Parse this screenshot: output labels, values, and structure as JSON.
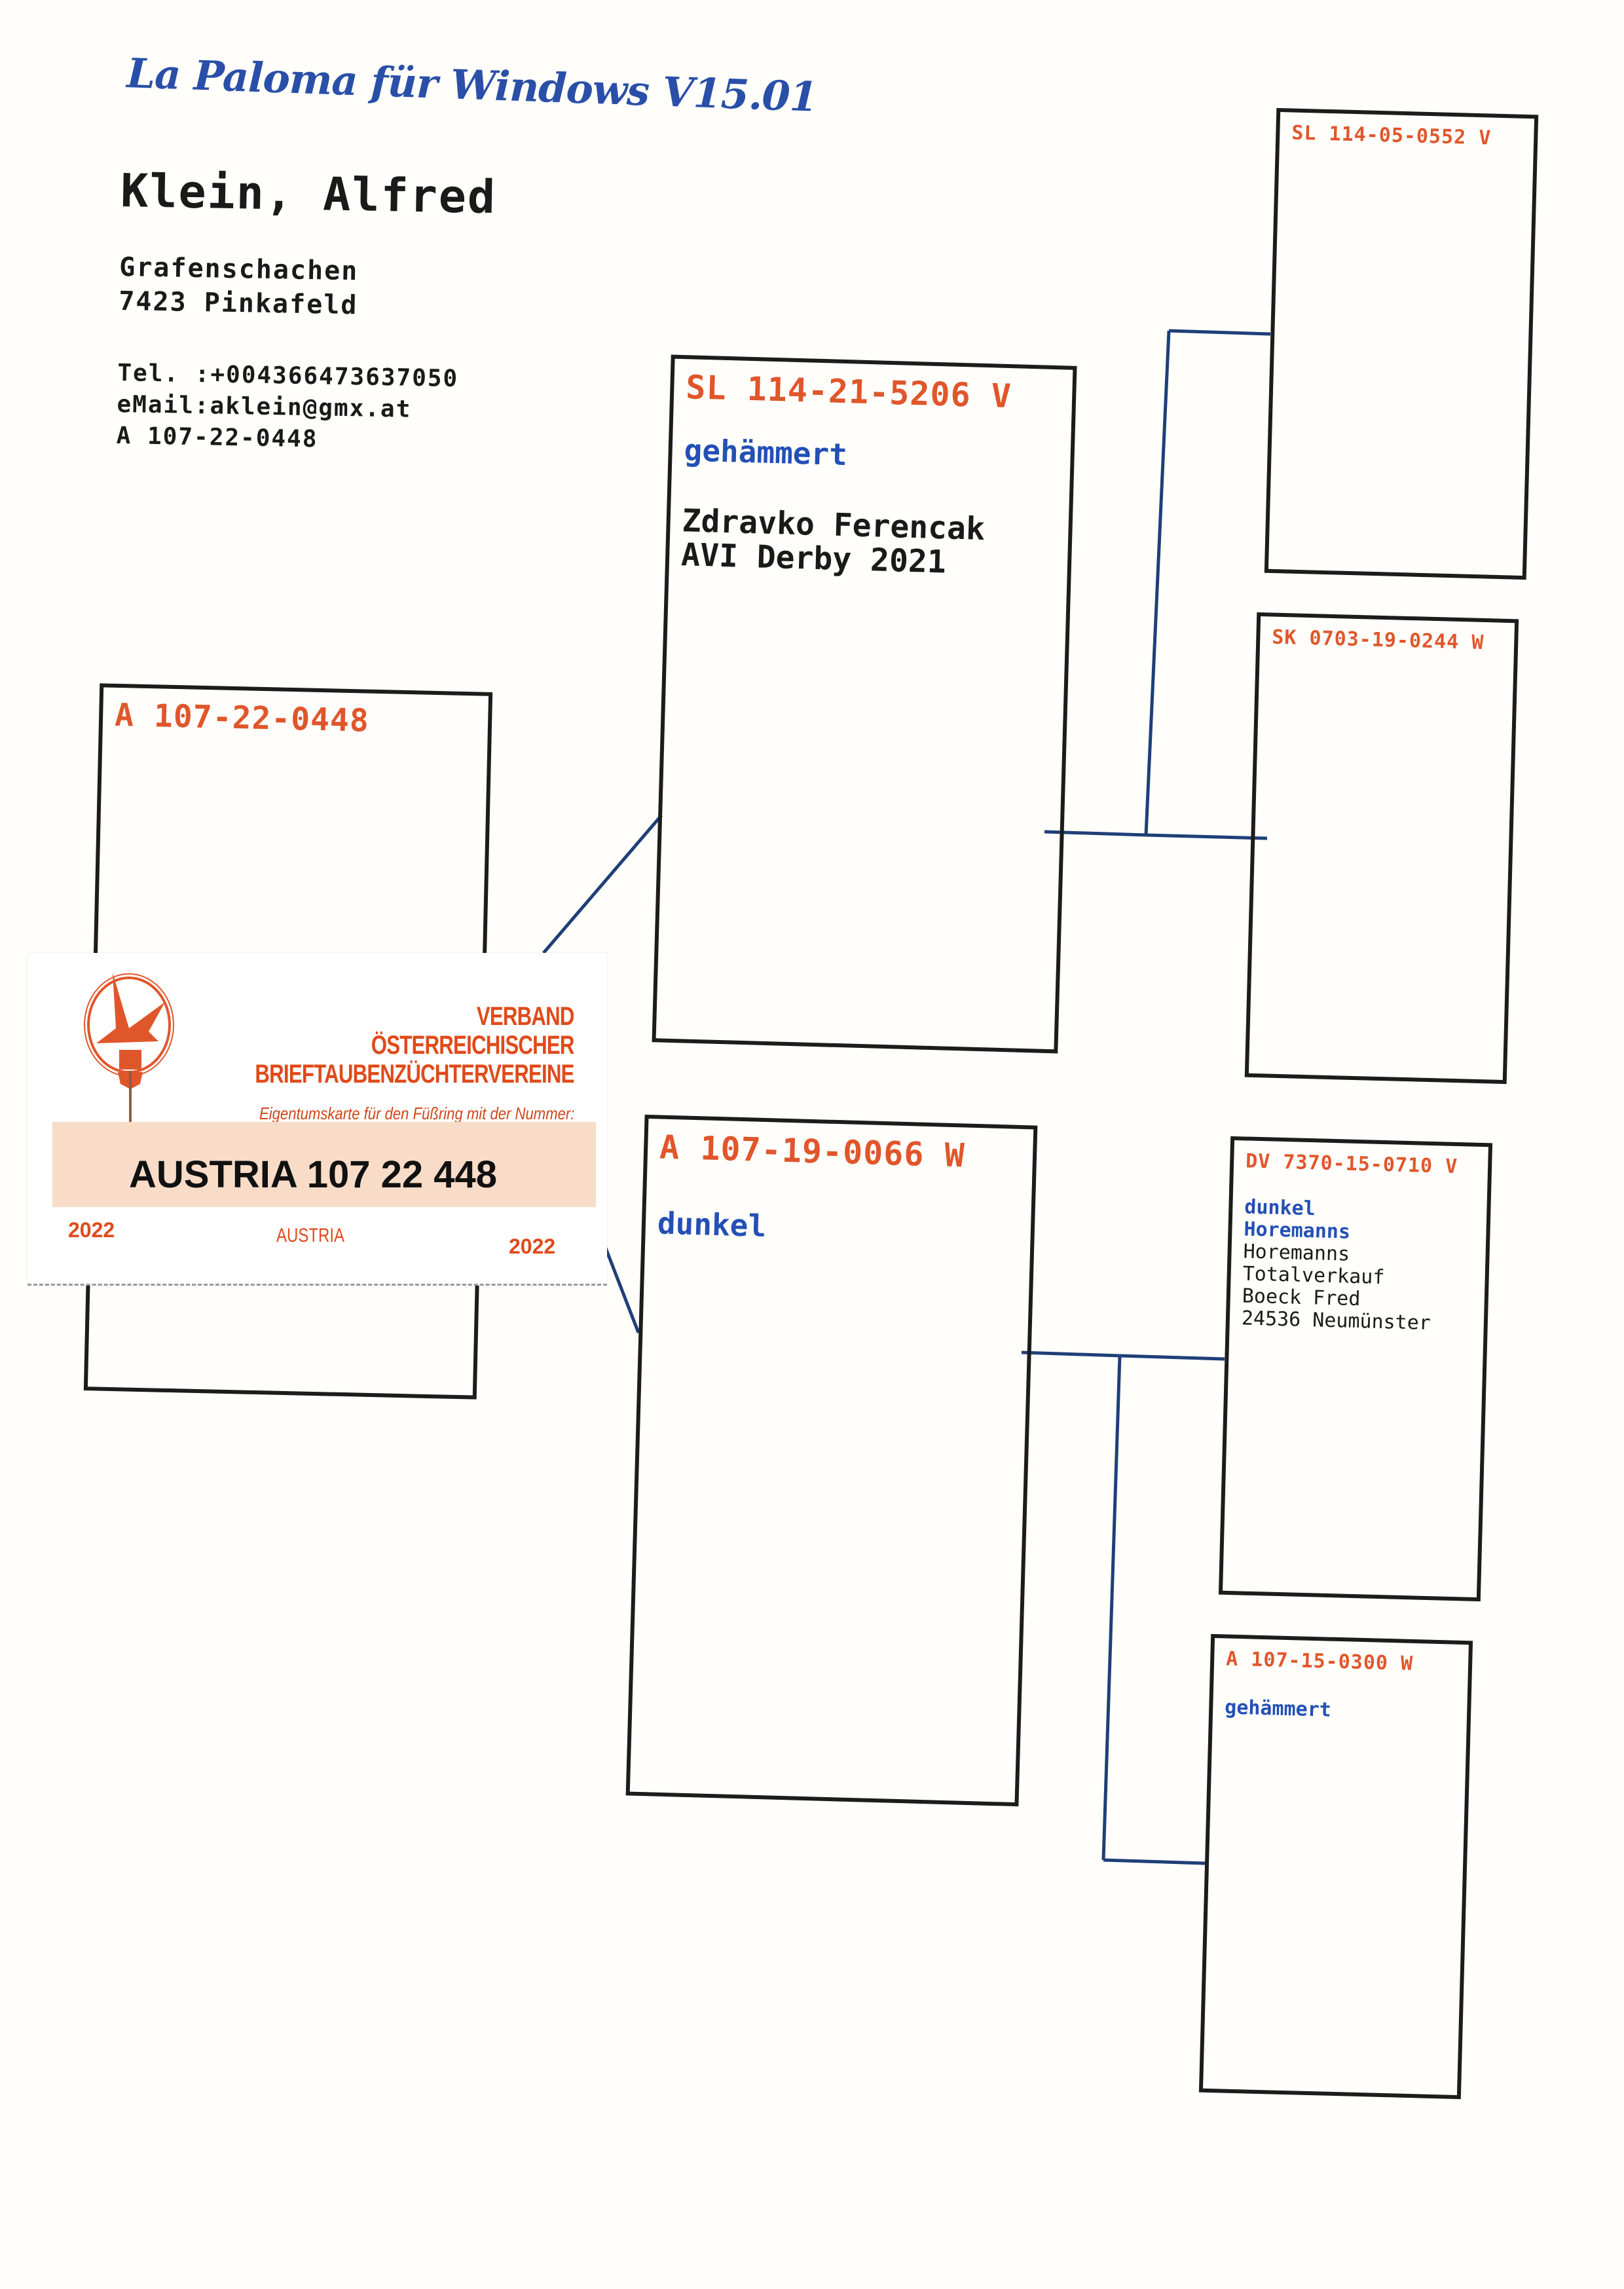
{
  "header": {
    "app_title": "La Paloma für Windows V15.01"
  },
  "owner": {
    "name": "Klein, Alfred",
    "street": "Grafenschachen",
    "city": "7423 Pinkafeld",
    "phone": "Tel. :+004366473637050",
    "email": "eMail:aklein@gmx.at",
    "ring": "A  107-22-0448"
  },
  "pedigree": {
    "subject": {
      "ring": "A  107-22-0448"
    },
    "father": {
      "ring": "SL 114-21-5206 V",
      "color": "gehämmert",
      "info": [
        "Zdravko Ferencak",
        "AVI Derby 2021"
      ]
    },
    "mother": {
      "ring": "A  107-19-0066 W",
      "color": "dunkel"
    },
    "father_father": {
      "ring": "SL 114-05-0552 V"
    },
    "father_mother": {
      "ring": "SK 0703-19-0244 W"
    },
    "mother_father": {
      "ring": "DV 7370-15-0710 V",
      "color": "dunkel",
      "strain": "Horemanns",
      "info": [
        "Horemanns",
        "Totalverkauf",
        "Boeck Fred",
        "24536 Neumünster"
      ]
    },
    "mother_mother": {
      "ring": "A  107-15-0300 W",
      "color": "gehämmert"
    }
  },
  "ownership_card": {
    "org_line1": "VERBAND",
    "org_line2": "ÖSTERREICHISCHER",
    "org_line3": "BRIEFTAUBENZÜCHTERVEREINE",
    "subtitle": "Eigentumskarte für den Füßring mit der Nummer:",
    "number": "AUSTRIA 107 22 448",
    "year_left": "2022",
    "country": "AUSTRIA",
    "year_right": "2022"
  },
  "colors": {
    "ring_orange": "#e0562b",
    "color_blue": "#2450b5",
    "line_navy": "#1f3f78",
    "card_band": "#f8dcc8"
  }
}
